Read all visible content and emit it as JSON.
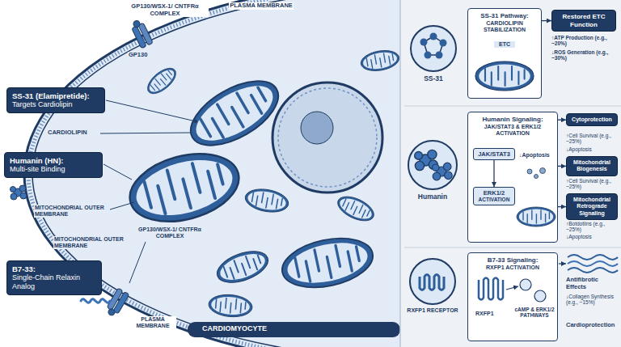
{
  "diagram": {
    "nodes": [
      {
        "text": [
          "SS-31 (Elamipretide):",
          "Targets Cardiolipin"
        ]
      },
      {
        "text": [
          "Humanin (HN):",
          "Multi-site Binding"
        ]
      },
      {
        "text": [
          "B7-33:",
          "Single-Chain Relaxin Analog"
        ]
      },
      {
        "text": [
          "SS-31"
        ]
      },
      {
        "text": [
          "SS-31 Pathway:",
          "CARDIOLIPIN STABILIZATION"
        ]
      },
      {
        "text": [
          "Restored ETC Function"
        ]
      },
      {
        "text": [
          "Humanin"
        ]
      },
      {
        "text": [
          "Humanin Signaling:",
          "JAK/STAT3 & ERK1/2 ACTIVATION"
        ]
      },
      {
        "text": [
          "JAK/STAT3"
        ],
        "in": 7
      },
      {
        "text": [
          "ERK1/2",
          "ACTIVATION"
        ],
        "in": 7
      },
      {
        "text": [
          "Cytoprotection"
        ]
      },
      {
        "text": [
          "Mitochondrial Biogenesis"
        ]
      },
      {
        "text": [
          "Mitochondrial Retrograde Signaling"
        ]
      },
      {
        "text": [
          "RXFP1 RECEPTOR"
        ]
      },
      {
        "text": [
          "B7-33 Signaling:",
          "RXFP1 ACTIVATION"
        ]
      }
    ],
    "edges": [
      {
        "from": 4,
        "to": 5,
        "arrow": "to"
      },
      {
        "from": 8,
        "to": 9,
        "arrow": "to"
      },
      {
        "from": 7,
        "to": 10,
        "arrow": "to"
      },
      {
        "from": 7,
        "to": 11,
        "arrow": "to"
      },
      {
        "from": 7,
        "to": 12,
        "arrow": "to"
      }
    ],
    "labels": [
      "GP130/WSX-1/ CNTFRα COMPLEX",
      "PLASMA MEMBRANE",
      "GP130",
      "CARDIOLIPIN",
      "MITOCHONDRIAL OUTER MEMBRANE",
      "MITOCHONDRIAL OUTER MEMBRANE",
      "GP130/WSX-1/ CNTFRα COMPLEX",
      "PLASMA MEMBRANE",
      "CARDIOMYOCYTE",
      "ETC",
      "↑ATP Production (e.g., ~20%)",
      "↓ROS Generation (e.g., ~30%)",
      "↓Apoptosis",
      "↑Cell Survival (e.g., ~25%)",
      "↓Apoptosis",
      "↑Cell Survival (e.g., ~25%)",
      "↑Botdotiins (e.g., ~25%)",
      "↓Apoptosis",
      "RXFP1",
      "cAMP & ERK1/2 PATHWAYS",
      "Antifibrotic Effects",
      "↓Collagen Synthesis (e.g., ~15%)",
      "Cardioprotection"
    ]
  }
}
